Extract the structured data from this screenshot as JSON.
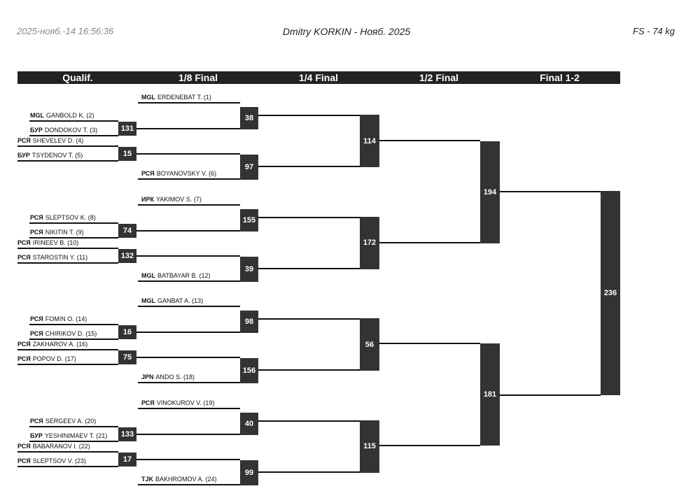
{
  "header": {
    "datetime": "2025-нояб.-14 16:56:36",
    "title": "Dmitry KORKIN - Нояб. 2025",
    "category": "FS - 74 kg"
  },
  "rounds": [
    "Qualif.",
    "1/8 Final",
    "1/4 Final",
    "1/2 Final",
    "Final 1-2"
  ],
  "athletes": [
    {
      "country": "MGL",
      "name": "ERDENEBAT T. (1)"
    },
    {
      "country": "MGL",
      "name": "GANBOLD K. (2)"
    },
    {
      "country": "БУР",
      "name": "DONDOKOV T. (3)"
    },
    {
      "country": "РСЯ",
      "name": "SHEVELEV D. (4)"
    },
    {
      "country": "БУР",
      "name": "TSYDENOV T. (5)"
    },
    {
      "country": "РСЯ",
      "name": "BOYANOVSKY V. (6)"
    },
    {
      "country": "ИРК",
      "name": "YAKIMOV S. (7)"
    },
    {
      "country": "РСЯ",
      "name": "SLEPTSOV K. (8)"
    },
    {
      "country": "РСЯ",
      "name": "NIKITIN T. (9)"
    },
    {
      "country": "РСЯ",
      "name": "IRINEEV B. (10)"
    },
    {
      "country": "РСЯ",
      "name": "STAROSTIN Y. (11)"
    },
    {
      "country": "MGL",
      "name": "BATBAYAR B. (12)"
    },
    {
      "country": "MGL",
      "name": "GANBAT A. (13)"
    },
    {
      "country": "РСЯ",
      "name": "FOMIN O. (14)"
    },
    {
      "country": "РСЯ",
      "name": "CHIRIKOV D. (15)"
    },
    {
      "country": "РСЯ",
      "name": "ZAKHAROV A. (16)"
    },
    {
      "country": "РСЯ",
      "name": "POPOV D. (17)"
    },
    {
      "country": "JPN",
      "name": "ANDO S. (18)"
    },
    {
      "country": "РСЯ",
      "name": "VINOKUROV V. (19)"
    },
    {
      "country": "РСЯ",
      "name": "SERGEEV A. (20)"
    },
    {
      "country": "БУР",
      "name": "YESHINIMAEV T. (21)"
    },
    {
      "country": "РСЯ",
      "name": "BABARANOV I. (22)"
    },
    {
      "country": "РСЯ",
      "name": "SLEPTSOV V. (23)"
    },
    {
      "country": "TJK",
      "name": "BAKHROMOV A. (24)"
    }
  ],
  "bouts": {
    "qualif": [
      "131",
      "15",
      "74",
      "132",
      "16",
      "75",
      "133",
      "17"
    ],
    "eighth": [
      "38",
      "97",
      "155",
      "39",
      "98",
      "156",
      "40",
      "99"
    ],
    "quarter": [
      "114",
      "172",
      "56",
      "115"
    ],
    "semi": [
      "194",
      "181"
    ],
    "final": [
      "236"
    ]
  }
}
